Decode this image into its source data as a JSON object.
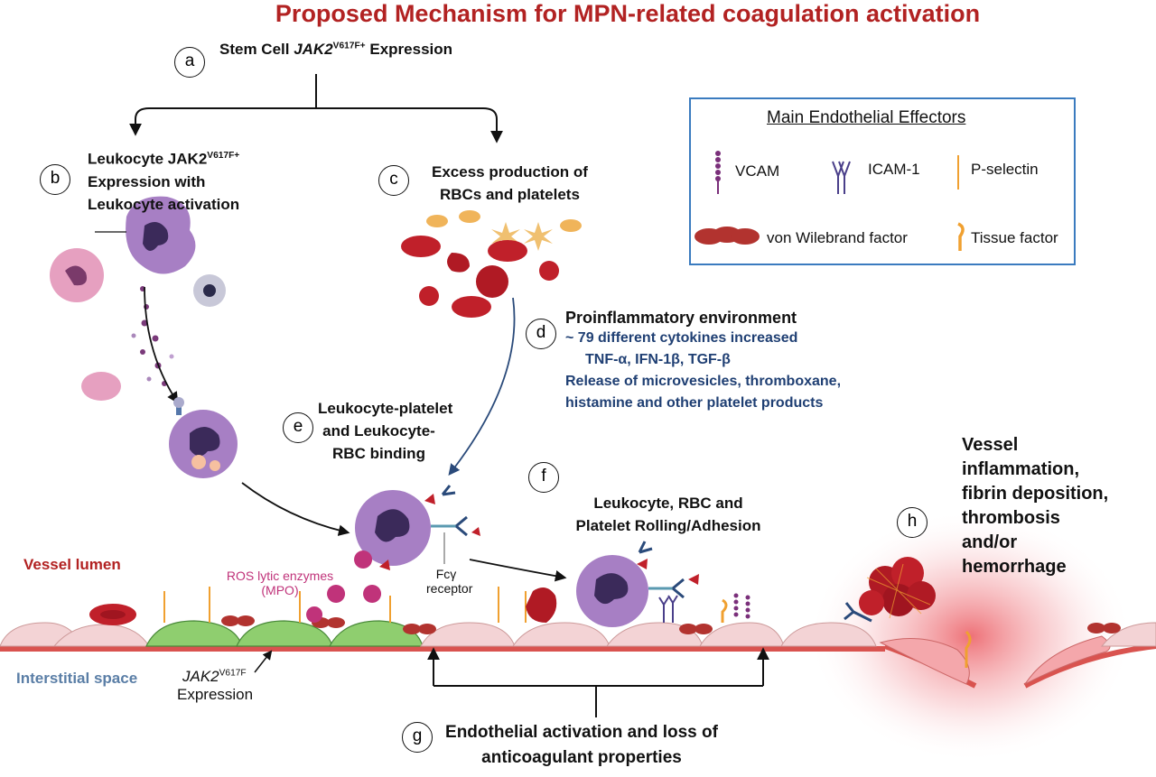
{
  "title": "Proposed Mechanism for MPN-related coagulation activation",
  "steps": {
    "a": {
      "letter": "a",
      "pre": "Stem Cell ",
      "gene": "JAK2",
      "sup": "V617F+",
      "post": " Expression"
    },
    "b": {
      "letter": "b",
      "line1": "Leukocyte JAK2",
      "sup": "V617F+",
      "line2": "Expression with",
      "line3": "Leukocyte activation"
    },
    "c": {
      "letter": "c",
      "line1": "Excess production of",
      "line2": "RBCs and platelets"
    },
    "d": {
      "letter": "d",
      "heading": "Proinflammatory environment",
      "lines": [
        "~ 79 different cytokines increased",
        "TNF-α, IFN-1β, TGF-β",
        "Release of microvesicles, thromboxane,",
        "histamine and other platelet products"
      ]
    },
    "e": {
      "letter": "e",
      "line1": "Leukocyte-platelet",
      "line2": "and Leukocyte-",
      "line3": "RBC binding"
    },
    "f": {
      "letter": "f",
      "line1": "Leukocyte, RBC and",
      "line2": "Platelet Rolling/Adhesion"
    },
    "g": {
      "letter": "g",
      "line1": "Endothelial activation and loss of",
      "line2": "anticoagulant properties"
    },
    "h": {
      "letter": "h",
      "lines": [
        "Vessel",
        "inflammation,",
        "fibrin deposition,",
        "thrombosis",
        "and/or",
        "hemorrhage"
      ]
    }
  },
  "legend": {
    "title": "Main Endothelial Effectors",
    "items": [
      "VCAM",
      "ICAM-1",
      "P-selectin",
      "von Wilebrand factor",
      "Tissue factor"
    ]
  },
  "labels": {
    "vessel_lumen": "Vessel lumen",
    "interstitial": "Interstitial space",
    "ros1": "ROS lytic enzymes",
    "ros2": "(MPO)",
    "fcy1": "Fcγ",
    "fcy2": "receptor",
    "jak2_gene": "JAK2",
    "jak2_sup": "V617F",
    "jak2_expr": "Expression"
  },
  "colors": {
    "title": "#b22222",
    "leukocyte": "#a77fc4",
    "nucleus": "#3b2a5a",
    "rbc": "#c0202a",
    "platelet": "#f0b45a",
    "vcam": "#7a2f7a",
    "icam": "#4a3f8a",
    "endothelium_active": "#8fce6f",
    "endothelium": "#f3d3d5",
    "legend_border": "#3a7bbf",
    "text_blue": "#1f3f73"
  }
}
